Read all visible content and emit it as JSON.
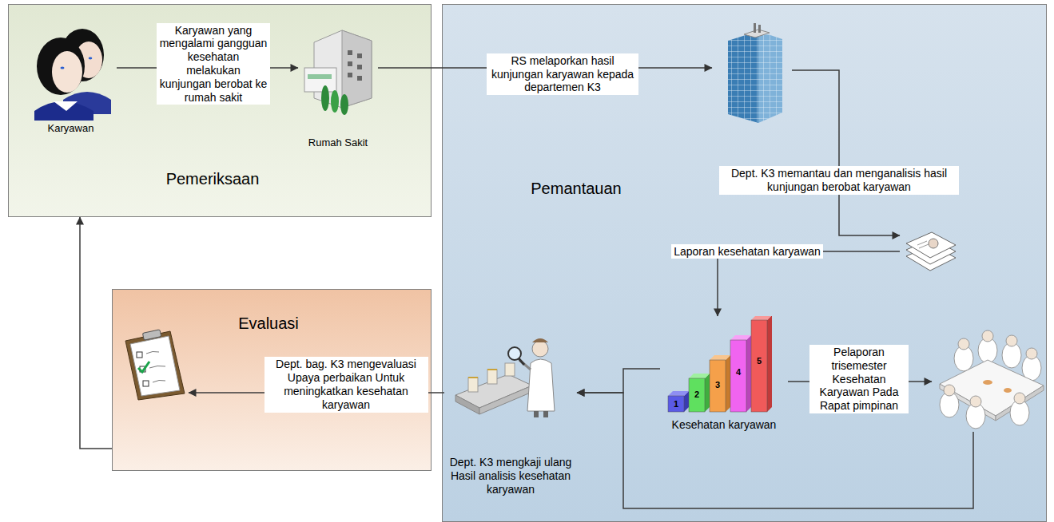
{
  "diagram": {
    "nodes": [
      {
        "text": [
          "Pemeriksaan"
        ]
      },
      {
        "text": [
          "Karyawan"
        ],
        "in": 0
      },
      {
        "text": [
          "Rumah Sakit"
        ],
        "in": 0
      },
      {
        "text": [
          "Pemantauan"
        ]
      },
      {
        "text": [],
        "in": 3
      },
      {
        "text": [],
        "in": 3
      },
      {
        "text": [
          "Evaluasi"
        ]
      },
      {
        "text": [],
        "in": 6
      },
      {
        "text": [
          "Dept. K3 mengkaji ulang Hasil analisis kesehatan karyawan"
        ],
        "in": 3
      },
      {
        "text": [
          "1",
          "2",
          "3",
          "4",
          "5",
          "Kesehatan karyawan"
        ],
        "in": 3
      },
      {
        "text": [],
        "in": 3
      }
    ],
    "edges": [
      {
        "from": 1,
        "to": 2,
        "arrow": "to",
        "label": "Karyawan yang mengalami gangguan kesehatan melakukan kunjungan berobat ke rumah sakit"
      },
      {
        "from": 2,
        "to": 4,
        "arrow": "to",
        "label": "RS melaporkan hasil kunjungan karyawan kepada departemen K3"
      },
      {
        "from": 4,
        "to": 5,
        "arrow": "to",
        "label": "Dept. K3 memantau dan menganalisis hasil kunjungan berobat karyawan"
      },
      {
        "from": 5,
        "to": 9,
        "arrow": "to",
        "label": "Laporan kesehatan karyawan"
      },
      {
        "from": 9,
        "to": 10,
        "arrow": "to",
        "label": "Pelaporan trisemester Kesehatan Karyawan Pada Rapat pimpinan"
      },
      {
        "from": 9,
        "to": 8,
        "arrow": "to"
      },
      {
        "from": 10,
        "to": 8,
        "arrow": "to"
      },
      {
        "from": 8,
        "to": 7,
        "arrow": "to",
        "label": "Dept. bag. K3 mengevaluasi Upaya perbaikan Untuk meningkatkan kesehatan karyawan"
      },
      {
        "from": 6,
        "to": 0,
        "arrow": "to"
      }
    ]
  }
}
